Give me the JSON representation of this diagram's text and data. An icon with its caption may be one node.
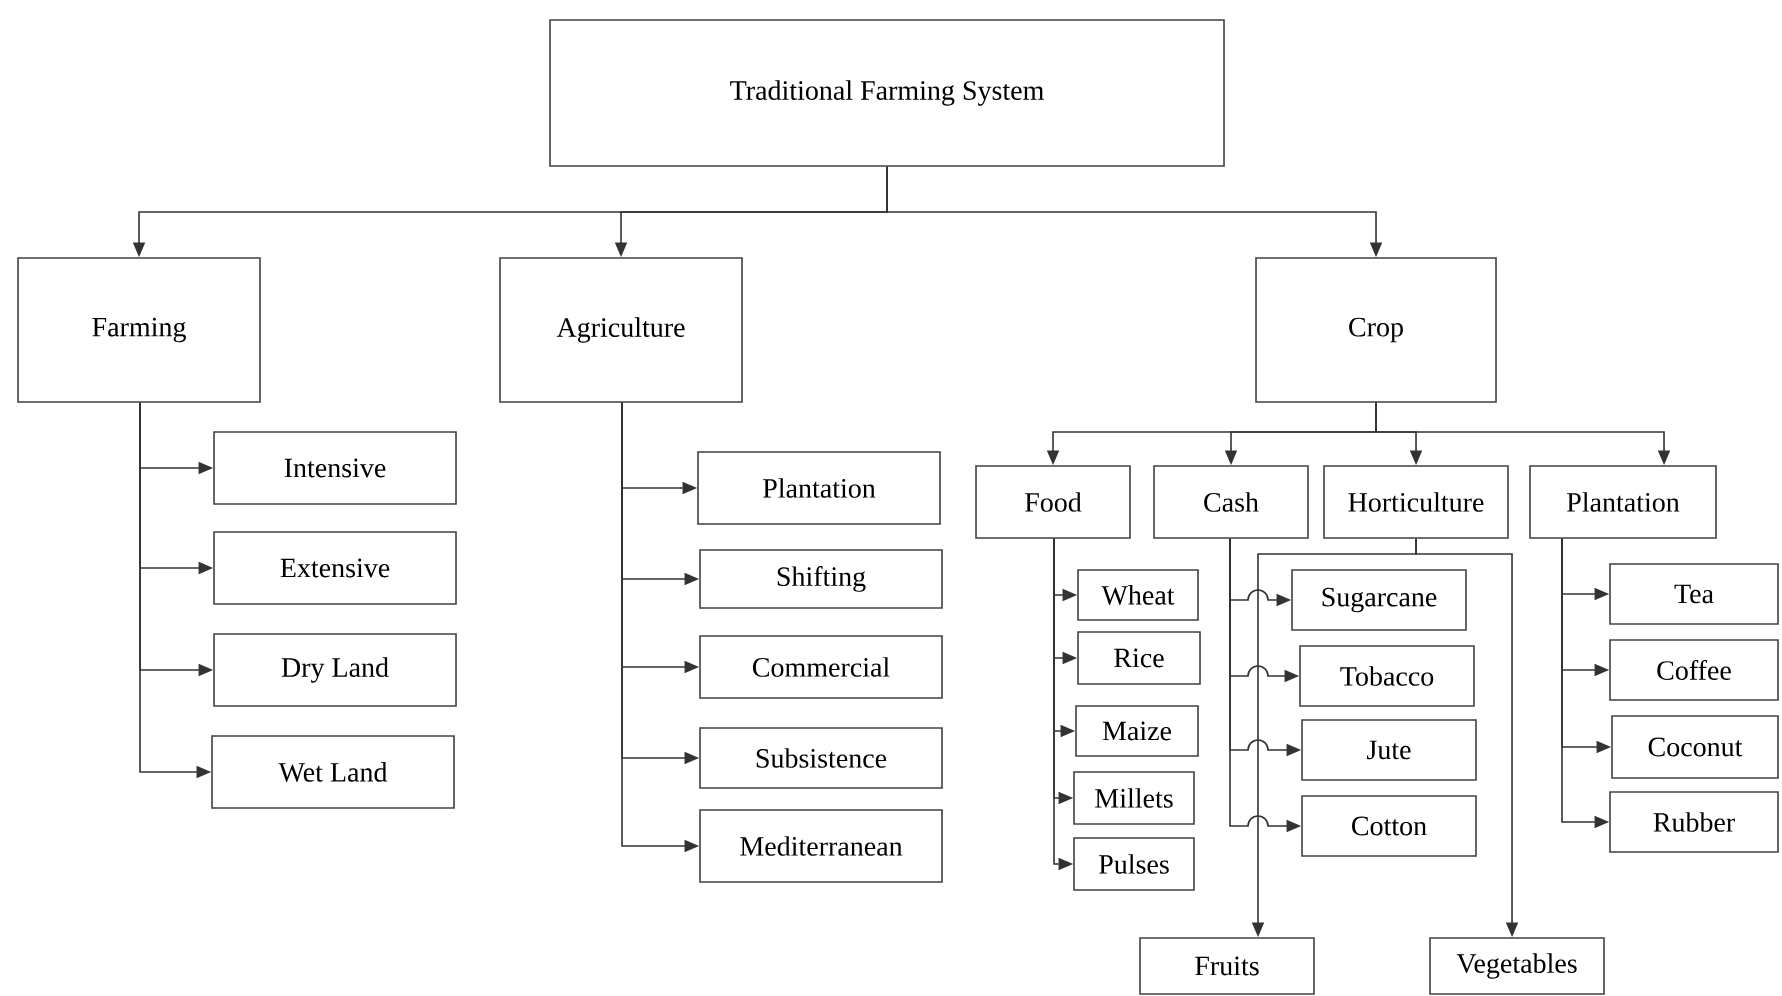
{
  "diagram": {
    "nodes": [
      {
        "text": [
          "Traditional Farming System"
        ]
      },
      {
        "text": [
          "Farming"
        ]
      },
      {
        "text": [
          "Agriculture"
        ]
      },
      {
        "text": [
          "Crop"
        ]
      },
      {
        "text": [
          "Intensive"
        ]
      },
      {
        "text": [
          "Extensive"
        ]
      },
      {
        "text": [
          "Dry Land"
        ]
      },
      {
        "text": [
          "Wet Land"
        ]
      },
      {
        "text": [
          "Plantation"
        ]
      },
      {
        "text": [
          "Shifting"
        ]
      },
      {
        "text": [
          "Commercial"
        ]
      },
      {
        "text": [
          "Subsistence"
        ]
      },
      {
        "text": [
          "Mediterranean"
        ]
      },
      {
        "text": [
          "Food"
        ]
      },
      {
        "text": [
          "Cash"
        ]
      },
      {
        "text": [
          "Horticulture"
        ]
      },
      {
        "text": [
          "Plantation"
        ]
      },
      {
        "text": [
          "Wheat"
        ]
      },
      {
        "text": [
          "Rice"
        ]
      },
      {
        "text": [
          "Maize"
        ]
      },
      {
        "text": [
          "Millets"
        ]
      },
      {
        "text": [
          "Pulses"
        ]
      },
      {
        "text": [
          "Sugarcane"
        ]
      },
      {
        "text": [
          "Tobacco"
        ]
      },
      {
        "text": [
          "Jute"
        ]
      },
      {
        "text": [
          "Cotton"
        ]
      },
      {
        "text": [
          "Fruits"
        ]
      },
      {
        "text": [
          "Vegetables"
        ]
      },
      {
        "text": [
          "Tea"
        ]
      },
      {
        "text": [
          "Coffee"
        ]
      },
      {
        "text": [
          "Coconut"
        ]
      },
      {
        "text": [
          "Rubber"
        ]
      }
    ],
    "edges": [
      {
        "from": 0,
        "to": 1,
        "arrow": "to"
      },
      {
        "from": 0,
        "to": 2,
        "arrow": "to"
      },
      {
        "from": 0,
        "to": 3,
        "arrow": "to"
      },
      {
        "from": 1,
        "to": 4,
        "arrow": "to"
      },
      {
        "from": 1,
        "to": 5,
        "arrow": "to"
      },
      {
        "from": 1,
        "to": 6,
        "arrow": "to"
      },
      {
        "from": 1,
        "to": 7,
        "arrow": "to"
      },
      {
        "from": 2,
        "to": 8,
        "arrow": "to"
      },
      {
        "from": 2,
        "to": 9,
        "arrow": "to"
      },
      {
        "from": 2,
        "to": 10,
        "arrow": "to"
      },
      {
        "from": 2,
        "to": 11,
        "arrow": "to"
      },
      {
        "from": 2,
        "to": 12,
        "arrow": "to"
      },
      {
        "from": 3,
        "to": 13,
        "arrow": "to"
      },
      {
        "from": 3,
        "to": 14,
        "arrow": "to"
      },
      {
        "from": 3,
        "to": 15,
        "arrow": "to"
      },
      {
        "from": 3,
        "to": 16,
        "arrow": "to"
      },
      {
        "from": 13,
        "to": 17,
        "arrow": "to"
      },
      {
        "from": 13,
        "to": 18,
        "arrow": "to"
      },
      {
        "from": 13,
        "to": 19,
        "arrow": "to"
      },
      {
        "from": 13,
        "to": 20,
        "arrow": "to"
      },
      {
        "from": 13,
        "to": 21,
        "arrow": "to"
      },
      {
        "from": 14,
        "to": 22,
        "arrow": "to"
      },
      {
        "from": 14,
        "to": 23,
        "arrow": "to"
      },
      {
        "from": 14,
        "to": 24,
        "arrow": "to"
      },
      {
        "from": 14,
        "to": 25,
        "arrow": "to"
      },
      {
        "from": 15,
        "to": 26,
        "arrow": "to"
      },
      {
        "from": 15,
        "to": 27,
        "arrow": "to"
      },
      {
        "from": 16,
        "to": 28,
        "arrow": "to"
      },
      {
        "from": 16,
        "to": 29,
        "arrow": "to"
      },
      {
        "from": 16,
        "to": 30,
        "arrow": "to"
      },
      {
        "from": 16,
        "to": 31,
        "arrow": "to"
      }
    ]
  }
}
